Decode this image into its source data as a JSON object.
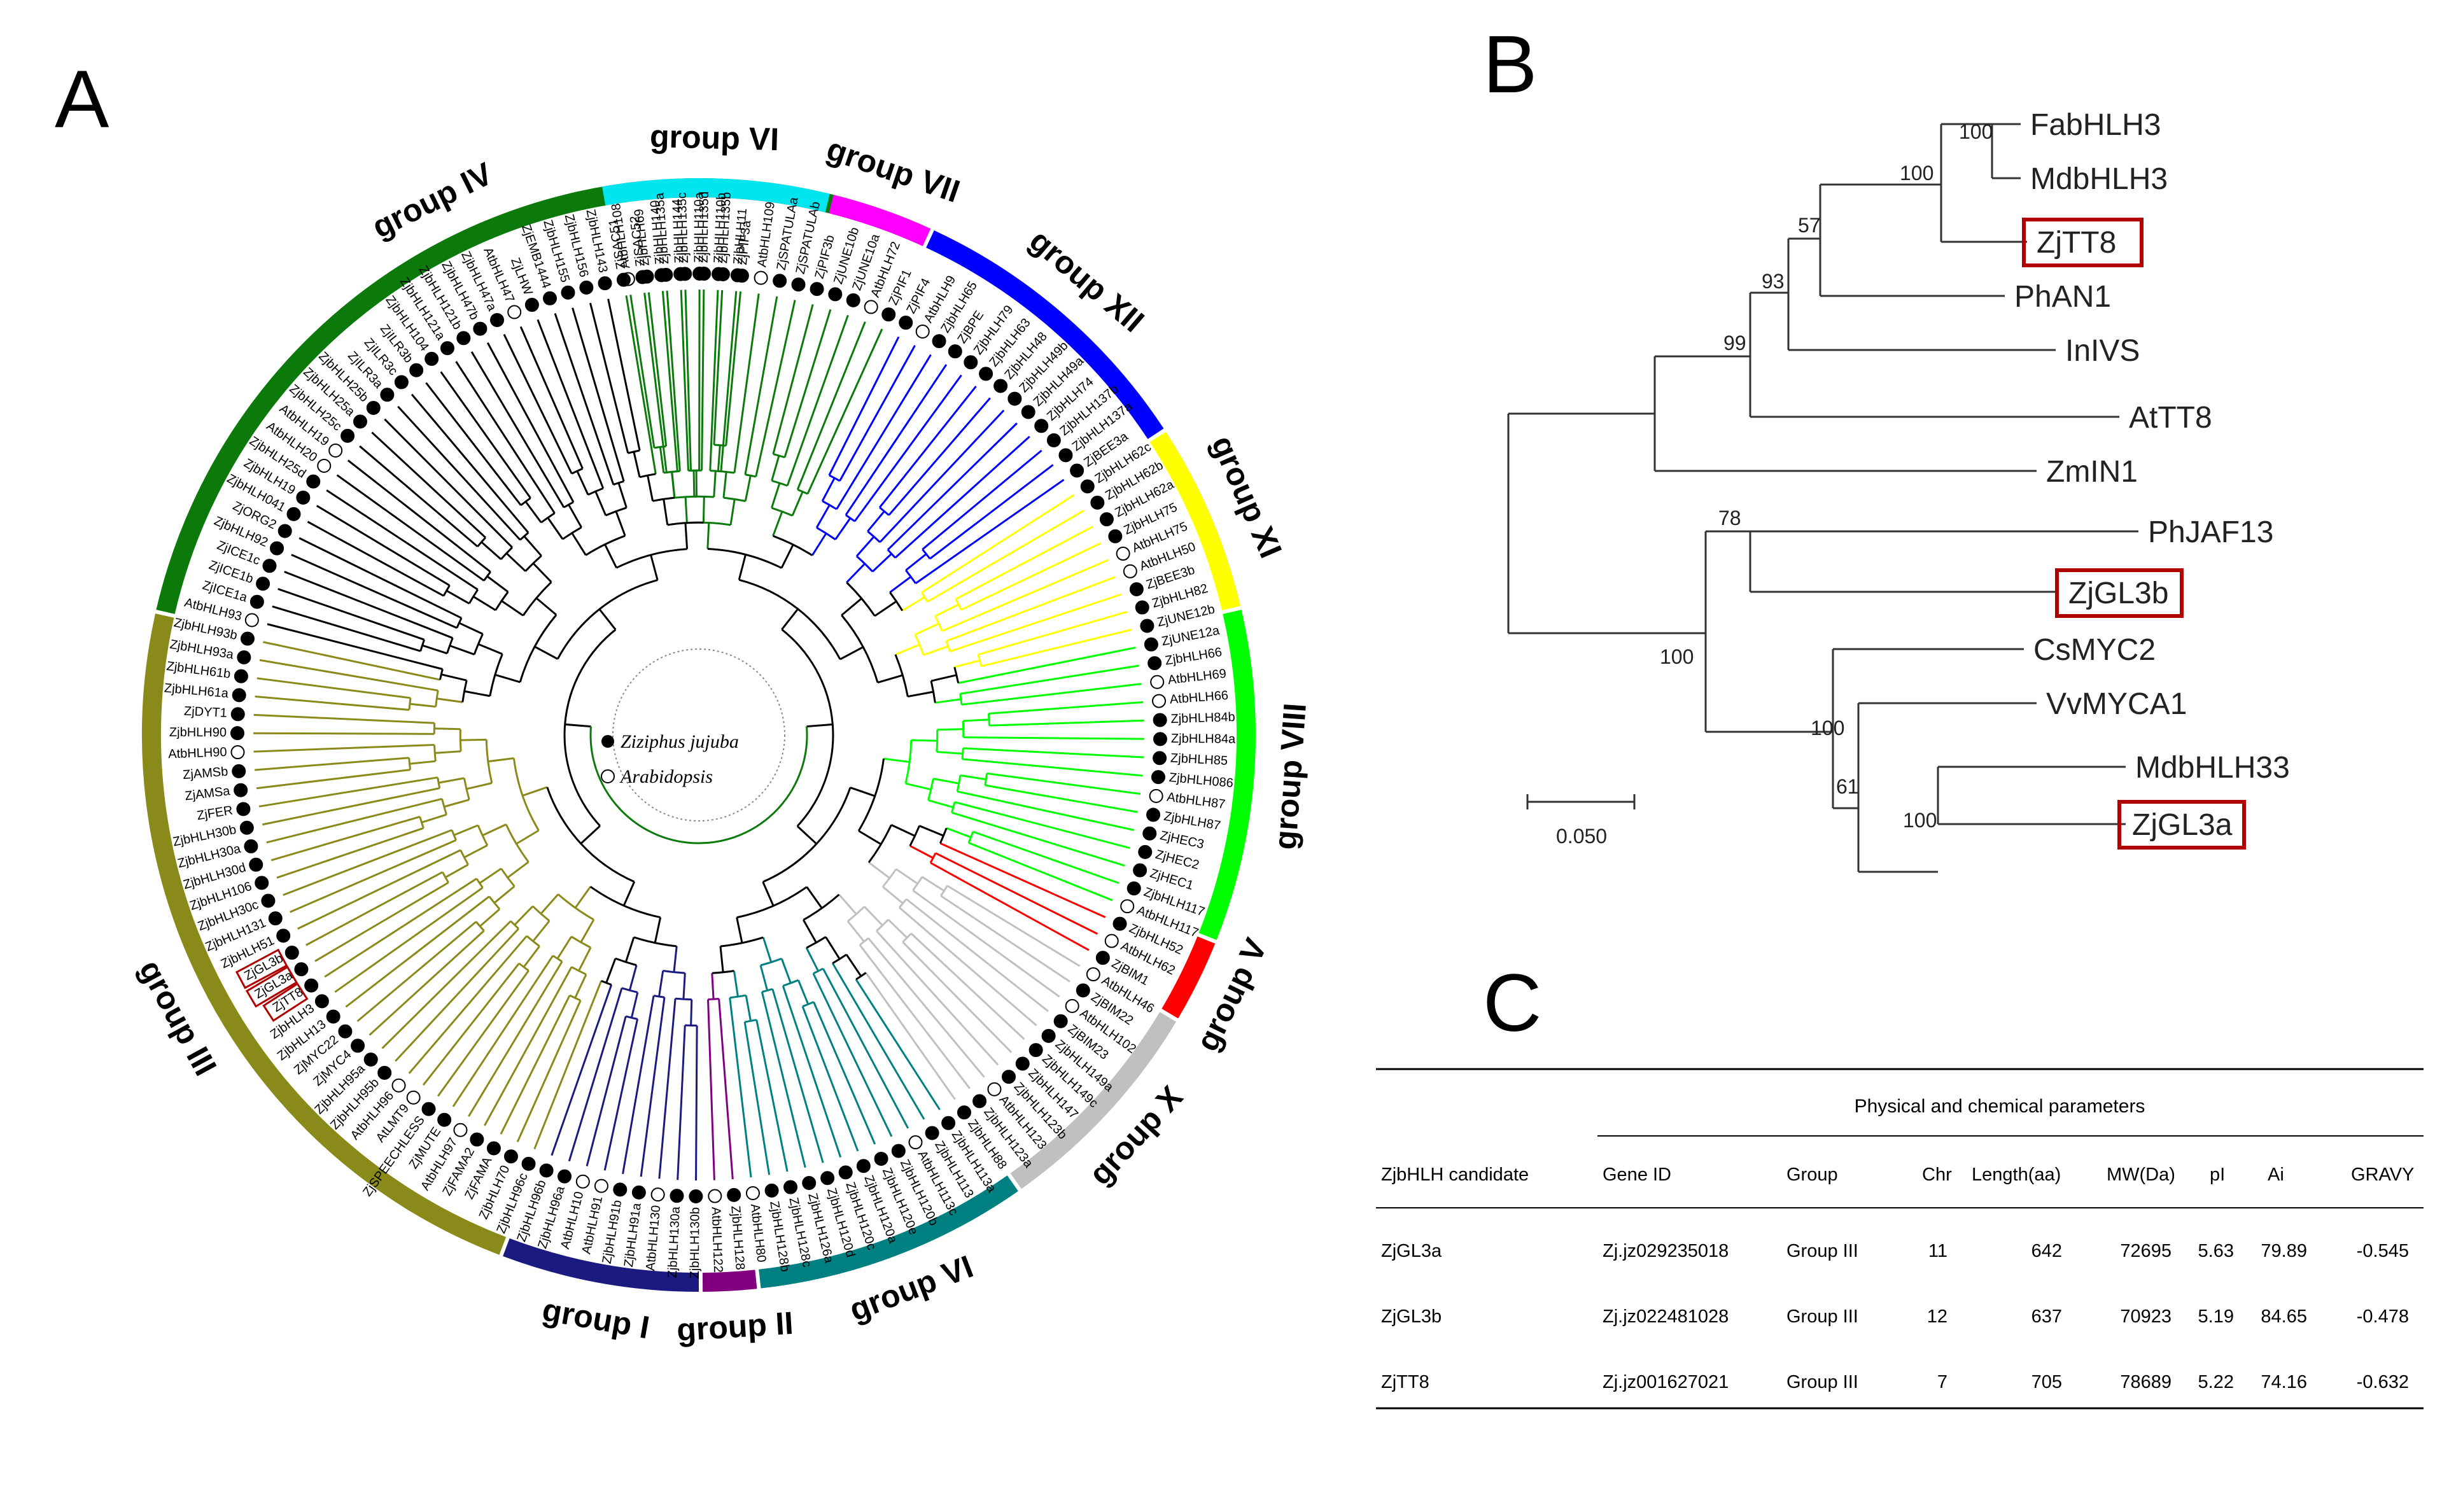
{
  "panels": {
    "a_letter": "A",
    "b_letter": "B",
    "c_letter": "C"
  },
  "colors": {
    "group_IV": "#0b7a0b",
    "group_III": "#8a8a1a",
    "group_I": "#1a1a80",
    "group_II": "#800080",
    "group_VI": "#008080",
    "group_VI_top": "#00e5ee",
    "group_VII": "#ff00ff",
    "group_XII": "#0000ff",
    "group_XI": "#ffff00",
    "group_VIII": "#00ff00",
    "group_V": "#ff0000",
    "group_X": "#c0c0c0",
    "highlight_box": "#b00000"
  },
  "panel_a": {
    "legend": {
      "ziziphus": "Ziziphus jujuba",
      "arabidopsis": "Arabidopsis"
    },
    "groups": [
      {
        "label": "group  IV",
        "color": "#0b7a0b",
        "start": 193,
        "end": 294
      },
      {
        "label": "group  III",
        "color": "#8a8a1a",
        "start": 111,
        "end": 192
      },
      {
        "label": "group  I",
        "color": "#1a1a80",
        "start": 90,
        "end": 110
      },
      {
        "label": "group  II",
        "color": "#800080",
        "start": 84,
        "end": 89
      },
      {
        "label": "group  VI",
        "color": "#008080",
        "start": 55,
        "end": 83
      },
      {
        "label": "group  X",
        "color": "#c0c0c0",
        "start": 31,
        "end": 54
      },
      {
        "label": "group  V",
        "color": "#ff0000",
        "start": 22,
        "end": 30
      },
      {
        "label": "group  VIII",
        "color": "#00ff00",
        "start": -13,
        "end": 21
      },
      {
        "label": "group  XI",
        "color": "#ffff00",
        "start": -33,
        "end": -14
      },
      {
        "label": "group  XII",
        "color": "#0000ff",
        "start": -65,
        "end": -34
      },
      {
        "label": "group  VII",
        "color": "#ff00ff",
        "start": -76,
        "end": -66
      },
      {
        "label": "group  VI",
        "color": "#00e5ee",
        "start": -100,
        "end": -77
      }
    ],
    "leaves": [
      [
        "AtbHLH108",
        0
      ],
      [
        "ZjbHLH69",
        1
      ],
      [
        "ZjbHLH135a",
        1
      ],
      [
        "ZjbHLH135c",
        1
      ],
      [
        "ZjbHLH135d",
        1
      ],
      [
        "ZjbHLH135b",
        1
      ],
      [
        "ZjPIF3a",
        1
      ],
      [
        "AtbHLH109",
        0
      ],
      [
        "ZjSPATULAa",
        1
      ],
      [
        "ZjSPATULAb",
        1
      ],
      [
        "ZjPIF3b",
        1
      ],
      [
        "ZjUNE10b",
        1
      ],
      [
        "ZjUNE10a",
        1
      ],
      [
        "AtbHLH72",
        0
      ],
      [
        "ZjPIF1",
        1
      ],
      [
        "ZjPIF4",
        1
      ],
      [
        "AtbHLH9",
        0
      ],
      [
        "ZjbHLH65",
        1
      ],
      [
        "ZjBPE",
        1
      ],
      [
        "ZjbHLH79",
        1
      ],
      [
        "ZjbHLH63",
        1
      ],
      [
        "ZjbHLH48",
        1
      ],
      [
        "ZjbHLH49b",
        1
      ],
      [
        "ZjbHLH49a",
        1
      ],
      [
        "ZjbHLH74",
        1
      ],
      [
        "ZjbHLH137b",
        1
      ],
      [
        "ZjbHLH137a",
        1
      ],
      [
        "ZjBEE3a",
        1
      ],
      [
        "ZjbHLH62c",
        1
      ],
      [
        "ZjbHLH62b",
        1
      ],
      [
        "ZjbHLH62a",
        1
      ],
      [
        "ZjbHLH75",
        1
      ],
      [
        "AtbHLH75",
        0
      ],
      [
        "AtbHLH50",
        0
      ],
      [
        "ZjBEE3b",
        1
      ],
      [
        "ZjbHLH82",
        1
      ],
      [
        "ZjUNE12b",
        1
      ],
      [
        "ZjUNE12a",
        1
      ],
      [
        "ZjbHLH66",
        1
      ],
      [
        "AtbHLH69",
        0
      ],
      [
        "AtbHLH66",
        0
      ],
      [
        "ZjbHLH84b",
        1
      ],
      [
        "ZjbHLH84a",
        1
      ],
      [
        "ZjbHLH85",
        1
      ],
      [
        "ZjbHLH086",
        1
      ],
      [
        "AtbHLH87",
        0
      ],
      [
        "ZjbHLH87",
        1
      ],
      [
        "ZjHEC3",
        1
      ],
      [
        "ZjHEC2",
        1
      ],
      [
        "ZjHEC1",
        1
      ],
      [
        "ZjbHLH117",
        1
      ],
      [
        "AtbHLH117",
        0
      ],
      [
        "ZjbHLH52",
        1
      ],
      [
        "AtbHLH62",
        0
      ],
      [
        "ZjBIM1",
        1
      ],
      [
        "AtbHLH46",
        0
      ],
      [
        "ZjBIM22",
        1
      ],
      [
        "AtbHLH102",
        0
      ],
      [
        "ZjBIM23",
        1
      ],
      [
        "ZjbHLH149a",
        1
      ],
      [
        "ZjbHLH149c",
        1
      ],
      [
        "ZjbHLH147",
        1
      ],
      [
        "ZjbHLH123b",
        1
      ],
      [
        "AtbHLH123",
        0
      ],
      [
        "ZjbHLH123a",
        1
      ],
      [
        "ZjbHLH88",
        1
      ],
      [
        "ZjbHLH113a",
        1
      ],
      [
        "ZjbHLH113",
        1
      ],
      [
        "AtbHLH113c",
        0
      ],
      [
        "ZjbHLH120b",
        1
      ],
      [
        "ZjbHLH120e",
        1
      ],
      [
        "ZjbHLH120a",
        1
      ],
      [
        "ZjbHLH120c",
        1
      ],
      [
        "ZjbHLH120d",
        1
      ],
      [
        "ZjbHLH126a",
        1
      ],
      [
        "ZjbHLH128c",
        1
      ],
      [
        "ZjbHLH128b",
        1
      ],
      [
        "AtbHLH80",
        0
      ],
      [
        "ZjbHLH128",
        1
      ],
      [
        "AtbHLH122",
        0
      ],
      [
        "ZjbHLH130b",
        1
      ],
      [
        "ZjbHLH130a",
        1
      ],
      [
        "AtbHLH130",
        0
      ],
      [
        "ZjbHLH91a",
        1
      ],
      [
        "ZjbHLH91b",
        1
      ],
      [
        "AtbHLH91",
        0
      ],
      [
        "AtbHLH10",
        0
      ],
      [
        "ZjbHLH96a",
        1
      ],
      [
        "ZjbHLH96b",
        1
      ],
      [
        "ZjbHLH96c",
        1
      ],
      [
        "ZjbHLH70",
        1
      ],
      [
        "ZjFAMA",
        1
      ],
      [
        "ZjFAMA2",
        1
      ],
      [
        "AtbHLH97",
        0
      ],
      [
        "ZjMUTE",
        1
      ],
      [
        "ZjSPEECHLESS",
        1
      ],
      [
        "AtLMT9",
        0
      ],
      [
        "AtbHLH96",
        0
      ],
      [
        "ZjbHLH95b",
        1
      ],
      [
        "ZjbHLH95a",
        1
      ],
      [
        "ZjMYC4",
        1
      ],
      [
        "ZjMYC22",
        1
      ],
      [
        "ZjbHLH13",
        1
      ],
      [
        "ZjbHLH3",
        1
      ],
      [
        "ZjTT8",
        1
      ],
      [
        "ZjGL3a",
        1
      ],
      [
        "ZjGL3b",
        1
      ],
      [
        "ZjbHLH51",
        1
      ],
      [
        "ZjbHLH131",
        1
      ],
      [
        "ZjbHLH30c",
        1
      ],
      [
        "ZjbHLH106",
        1
      ],
      [
        "ZjbHLH30d",
        1
      ],
      [
        "ZjbHLH30a",
        1
      ],
      [
        "ZjbHLH30b",
        1
      ],
      [
        "ZjFER",
        1
      ],
      [
        "ZjAMSa",
        1
      ],
      [
        "ZjAMSb",
        1
      ],
      [
        "AtbHLH90",
        0
      ],
      [
        "ZjbHLH90",
        1
      ],
      [
        "ZjDYT1",
        1
      ],
      [
        "ZjbHLH61a",
        1
      ],
      [
        "ZjbHLH61b",
        1
      ],
      [
        "ZjbHLH93a",
        1
      ],
      [
        "ZjbHLH93b",
        1
      ],
      [
        "AtbHLH93",
        0
      ],
      [
        "ZjICE1a",
        1
      ],
      [
        "ZjICE1b",
        1
      ],
      [
        "ZjICE1c",
        1
      ],
      [
        "ZjbHLH92",
        1
      ],
      [
        "ZjORG2",
        1
      ],
      [
        "ZjbHLH041",
        1
      ],
      [
        "ZjbHLH19",
        1
      ],
      [
        "ZjbHLH25d",
        1
      ],
      [
        "AtbHLH20",
        0
      ],
      [
        "AtbHLH19",
        0
      ],
      [
        "ZjbHLH25c",
        1
      ],
      [
        "ZjbHLH25a",
        1
      ],
      [
        "ZjbHLH25b",
        1
      ],
      [
        "ZjILR3a",
        1
      ],
      [
        "ZjILR3c",
        1
      ],
      [
        "ZjILR3b",
        1
      ],
      [
        "ZjbHLH104",
        1
      ],
      [
        "ZjbHLH121a",
        1
      ],
      [
        "ZjbHLH121b",
        1
      ],
      [
        "ZjbHLH47b",
        1
      ],
      [
        "ZjbHLH47a",
        1
      ],
      [
        "AtbHLH47",
        0
      ],
      [
        "ZjLHW",
        1
      ],
      [
        "ZjEMB1444",
        1
      ],
      [
        "ZjbHLH155",
        1
      ],
      [
        "ZjbHLH156",
        1
      ],
      [
        "ZjbHLH143",
        1
      ],
      [
        "ZjSAC51",
        1
      ],
      [
        "ZjSAC52",
        1
      ],
      [
        "ZjbHLH140",
        1
      ],
      [
        "ZjbHLH144",
        1
      ],
      [
        "ZjbHLH110a",
        1
      ],
      [
        "ZjbHLH110b",
        1
      ],
      [
        "ZjbHLH11",
        1
      ]
    ],
    "highlighted": [
      "ZjTT8",
      "ZjGL3a",
      "ZjGL3b"
    ]
  },
  "panel_b": {
    "taxa": [
      "FabHLH3",
      "MdbHLH3",
      "ZjTT8",
      "PhAN1",
      "InIVS",
      "AtTT8",
      "ZmIN1",
      "PhJAF13",
      "ZjGL3b",
      "CsMYC2",
      "VvMYCA1",
      "MdbHLH33",
      "ZjGL3a"
    ],
    "highlighted": [
      "ZjTT8",
      "ZjGL3b",
      "ZjGL3a"
    ],
    "bootstrap": [
      "100",
      "100",
      "57",
      "93",
      "99",
      "78",
      "100",
      "100",
      "61",
      "100"
    ],
    "scale_label": "0.050"
  },
  "panel_c": {
    "title": "Physical and chemical parameters",
    "headers": [
      "ZjbHLH candidate",
      "Gene ID",
      "Group",
      "Chr",
      "Length(aa)",
      "MW(Da)",
      "pI",
      "Ai",
      "GRAVY"
    ],
    "rows": [
      [
        "ZjGL3a",
        "Zj.jz029235018",
        "Group  III",
        "11",
        "642",
        "72695",
        "5.63",
        "79.89",
        "-0.545"
      ],
      [
        "ZjGL3b",
        "Zj.jz022481028",
        "Group  III",
        "12",
        "637",
        "70923",
        "5.19",
        "84.65",
        "-0.478"
      ],
      [
        "ZjTT8",
        "Zj.jz001627021",
        "Group  III",
        "7",
        "705",
        "78689",
        "5.22",
        "74.16",
        "-0.632"
      ]
    ]
  }
}
